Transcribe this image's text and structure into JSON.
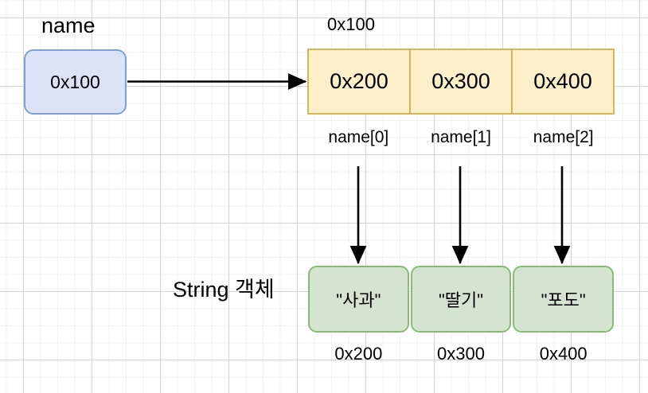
{
  "diagram": {
    "title_pointer": "name",
    "pointer_box": {
      "value": "0x100"
    },
    "array": {
      "address_label": "0x100",
      "cells": [
        {
          "value": "0x200",
          "index_label": "name[0]"
        },
        {
          "value": "0x300",
          "index_label": "name[1]"
        },
        {
          "value": "0x400",
          "index_label": "name[2]"
        }
      ]
    },
    "string_objects": {
      "group_label": "String 객체",
      "items": [
        {
          "value": "\"사과\"",
          "address": "0x200"
        },
        {
          "value": "\"딸기\"",
          "address": "0x300"
        },
        {
          "value": "\"포도\"",
          "address": "0x400"
        }
      ]
    },
    "colors": {
      "pointer_fill": "#dce3f7",
      "pointer_stroke": "#7f9fd4",
      "array_fill": "#fcefc9",
      "array_stroke": "#d6b656",
      "string_fill": "#d5e4d0",
      "string_stroke": "#8aba78",
      "arrow": "#000000",
      "grid_minor": "#f0f0f0",
      "grid_major": "#d4d4d4"
    }
  }
}
